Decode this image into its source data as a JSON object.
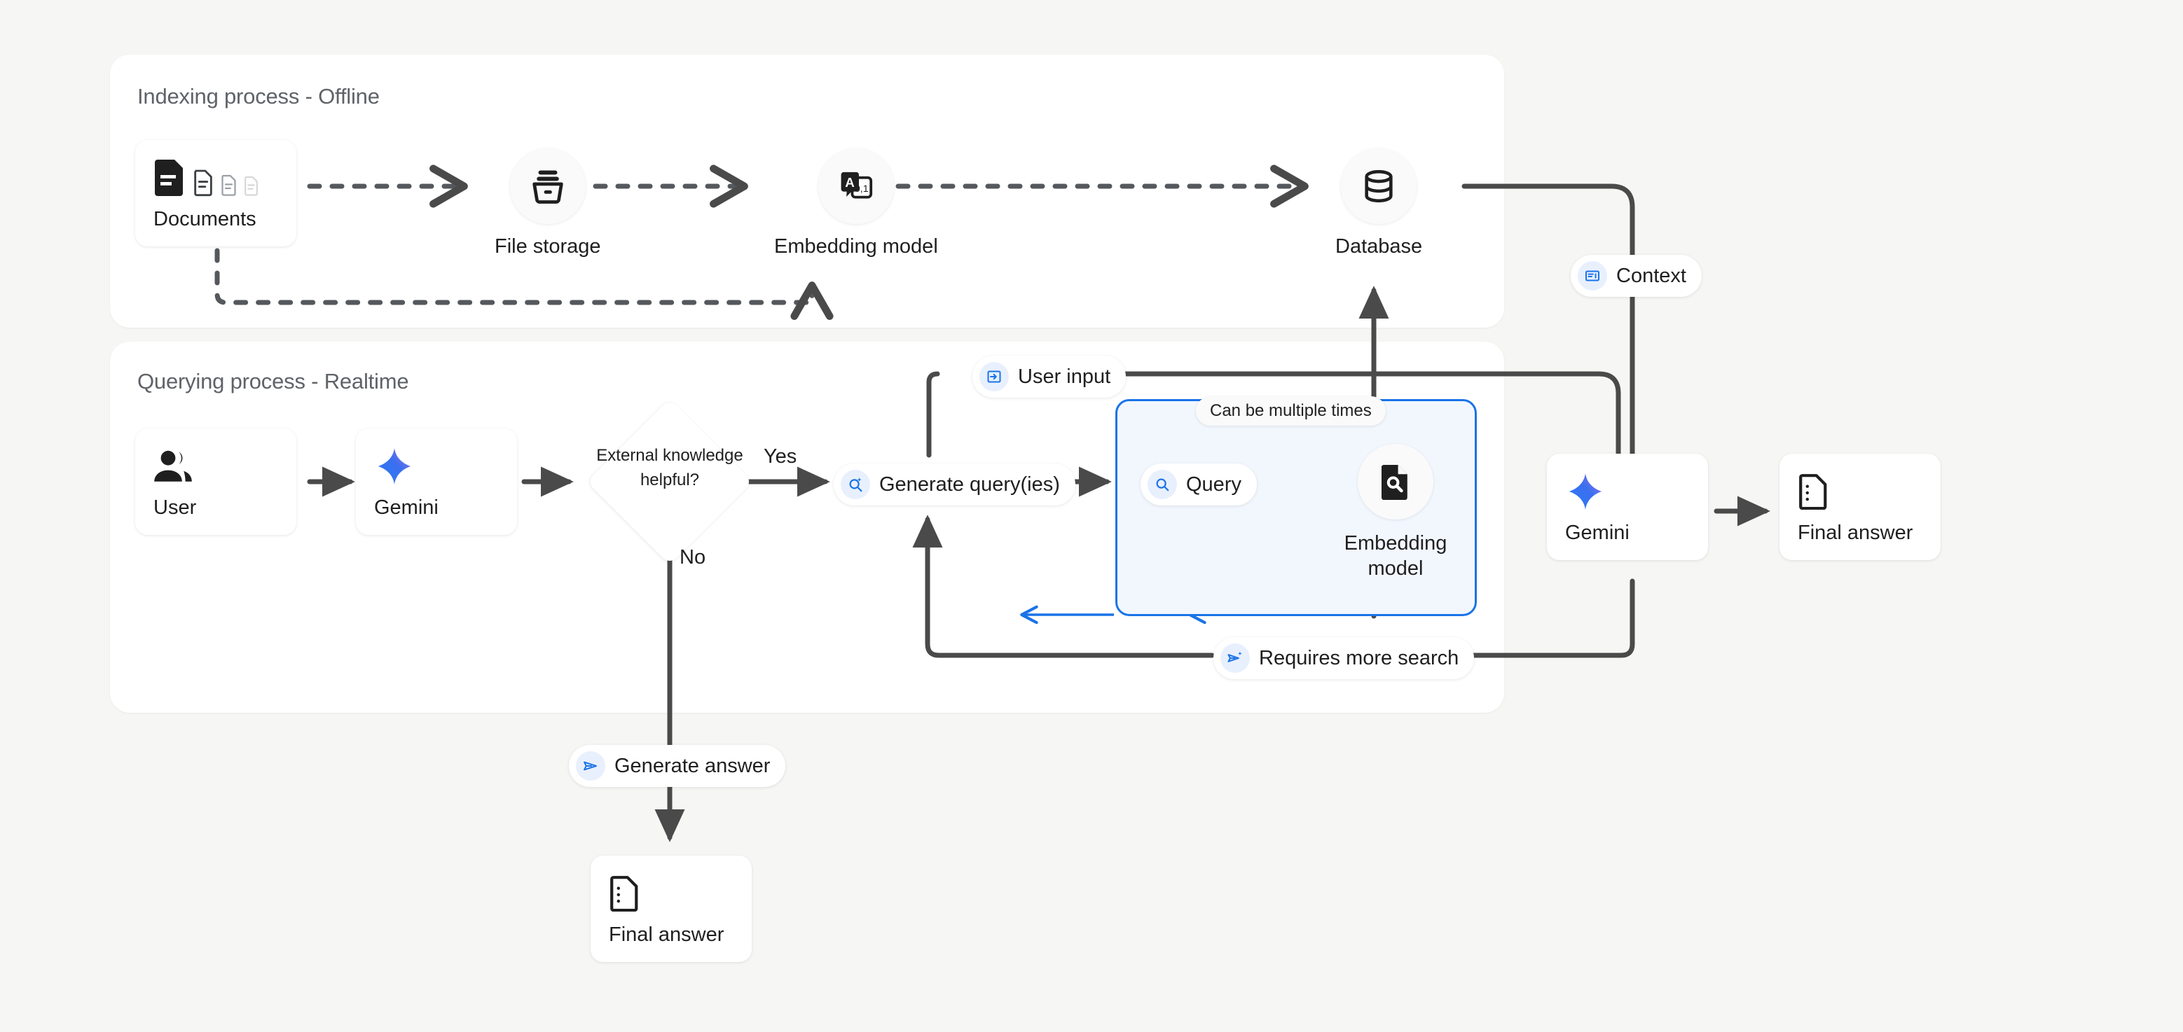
{
  "background_color": "#f6f6f4",
  "accent_color": "#1a73e8",
  "panels": [
    {
      "title": "Indexing process - Offline"
    },
    {
      "title": "Querying process - Realtime"
    }
  ],
  "indexing": {
    "documents": {
      "label": "Documents",
      "icon": "documents-icon"
    },
    "file_storage": {
      "label": "File storage",
      "icon": "file-storage-icon"
    },
    "embedding_model": {
      "label": "Embedding model",
      "icon": "embedding-model-icon"
    },
    "database": {
      "label": "Database",
      "icon": "database-icon"
    }
  },
  "querying": {
    "user": {
      "label": "User",
      "icon": "user-group-icon"
    },
    "gemini_left": {
      "label": "Gemini",
      "icon": "gemini-sparkle-icon"
    },
    "decision": {
      "label": "External knowledge helpful?",
      "yes": "Yes",
      "no": "No"
    },
    "generate_queries": {
      "label": "Generate query(ies)",
      "icon": "search-sparkle-icon"
    },
    "loop_note": {
      "label": "Can be multiple times"
    },
    "query": {
      "label": "Query",
      "icon": "search-icon"
    },
    "embedding_model": {
      "label": "Embedding model",
      "icon": "document-search-icon"
    },
    "requires_more_search": {
      "label": "Requires more search",
      "icon": "send-sparkle-icon"
    },
    "user_input": {
      "label": "User input",
      "icon": "login-arrow-icon"
    },
    "context": {
      "label": "Context",
      "icon": "context-panel-icon"
    },
    "gemini_right": {
      "label": "Gemini",
      "icon": "gemini-sparkle-icon"
    },
    "final_answer_right": {
      "label": "Final answer",
      "icon": "final-answer-doc-icon"
    },
    "generate_answer": {
      "label": "Generate answer",
      "icon": "send-icon"
    },
    "final_answer_bottom": {
      "label": "Final answer",
      "icon": "final-answer-doc-icon"
    }
  }
}
